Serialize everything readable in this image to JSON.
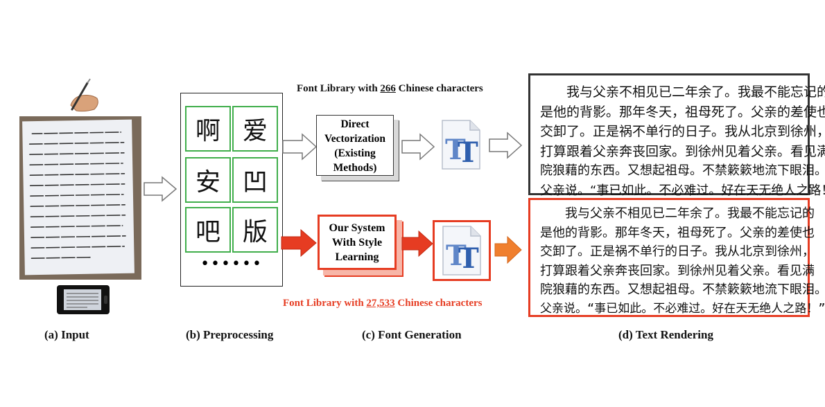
{
  "stages": {
    "input": "(a) Input",
    "preprocessing": "(b) Preprocessing",
    "font_generation": "(c) Font Generation",
    "text_rendering": "(d) Text Rendering"
  },
  "preprocessing": {
    "chars": [
      "啊",
      "爱",
      "安",
      "凹",
      "吧",
      "版"
    ],
    "ellipsis": "••••••"
  },
  "top_path": {
    "library_prefix": "Font Library with ",
    "library_count": "266",
    "library_suffix": " Chinese characters",
    "method_lines": [
      "Direct",
      "Vectorization",
      "(Existing",
      "Methods)"
    ]
  },
  "bottom_path": {
    "library_prefix": "Font Library with ",
    "library_count": "27,533",
    "library_suffix": " Chinese characters",
    "method_lines": [
      "Our System",
      "With Style",
      "Learning"
    ]
  },
  "rendered_text": [
    "　　我与父亲不相见已二年余了。我最不能忘记的",
    "是他的背影。那年冬天，祖母死了。父亲的差使也",
    "交卸了。正是祸不单行的日子。我从北京到徐州，",
    "打算跟着父亲奔丧回家。到徐州见着父亲。看见满",
    "院狼藉的东西。又想起祖母。不禁簌簌地流下眼泪。",
    "父亲说。“事已如此。不必难过。好在天无绝人之路！”"
  ],
  "colors": {
    "accent_red": "#e63c22",
    "cell_green": "#3fae4a",
    "arrow_orange": "#f07f2e"
  },
  "icons": [
    "hand-pen-icon",
    "phone-icon",
    "ttf-font-icon"
  ]
}
